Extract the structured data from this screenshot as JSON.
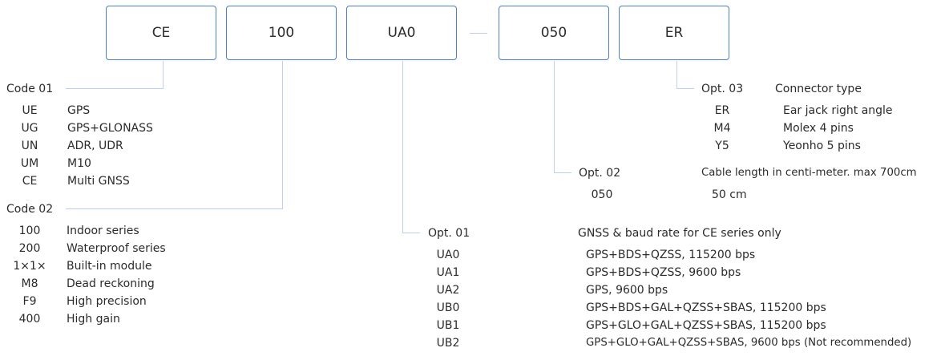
{
  "boxes": [
    "CE",
    "100",
    "UA0",
    "050",
    "ER"
  ],
  "code01": {
    "title": "Code 01",
    "rows": [
      {
        "code": "UE",
        "desc": "GPS"
      },
      {
        "code": "UG",
        "desc": "GPS+GLONASS"
      },
      {
        "code": "UN",
        "desc": "ADR, UDR"
      },
      {
        "code": "UM",
        "desc": "M10"
      },
      {
        "code": "CE",
        "desc": "Multi GNSS"
      }
    ]
  },
  "code02": {
    "title": "Code 02",
    "rows": [
      {
        "code": "100",
        "desc": "Indoor series"
      },
      {
        "code": "200",
        "desc": "Waterproof series"
      },
      {
        "code": "1×1×",
        "desc": "Built-in module"
      },
      {
        "code": "M8",
        "desc": "Dead reckoning"
      },
      {
        "code": "F9",
        "desc": "High precision"
      },
      {
        "code": "400",
        "desc": "High gain"
      }
    ]
  },
  "opt01": {
    "title": "Opt. 01",
    "subtitle": "GNSS & baud rate for CE series only",
    "rows": [
      {
        "code": "UA0",
        "desc": "GPS+BDS+QZSS, 115200 bps"
      },
      {
        "code": "UA1",
        "desc": "GPS+BDS+QZSS, 9600 bps"
      },
      {
        "code": "UA2",
        "desc": "GPS, 9600 bps"
      },
      {
        "code": "UB0",
        "desc": "GPS+BDS+GAL+QZSS+SBAS, 115200 bps"
      },
      {
        "code": "UB1",
        "desc": "GPS+GLO+GAL+QZSS+SBAS, 115200 bps"
      },
      {
        "code": "UB2",
        "desc": "GPS+GLO+GAL+QZSS+SBAS, 9600 bps (Not recommended)"
      }
    ]
  },
  "opt02": {
    "title": "Opt. 02",
    "subtitle": "Cable length in centi-meter. max 700cm",
    "rows": [
      {
        "code": "050",
        "desc": "50 cm"
      }
    ]
  },
  "opt03": {
    "title": "Opt. 03",
    "subtitle": "Connector type",
    "rows": [
      {
        "code": "ER",
        "desc": "Ear jack right angle"
      },
      {
        "code": "M4",
        "desc": "Molex 4 pins"
      },
      {
        "code": "Y5",
        "desc": "Yeonho 5 pins"
      }
    ]
  },
  "colors": {
    "box_border": "#4a7fd0",
    "connector": "#bcd0ef",
    "text": "#2b2b2b"
  }
}
